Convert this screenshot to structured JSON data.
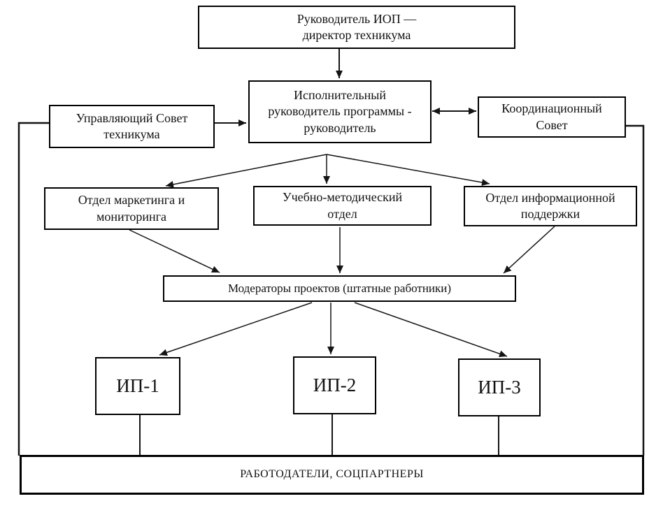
{
  "diagram": {
    "nodes": {
      "director": {
        "label": "Руководитель ИОП —\nдиректор техникума"
      },
      "exec": {
        "label": "Исполнительный\nруководитель программы -\nруководитель"
      },
      "council_left": {
        "label": "Управляющий Совет\nтехникума"
      },
      "council_right": {
        "label": "Координационный\nСовет"
      },
      "dept_marketing": {
        "label": "Отдел маркетинга и\nмониторинга"
      },
      "dept_method": {
        "label": "Учебно-методический\nотдел"
      },
      "dept_info": {
        "label": "Отдел информационной\nподдержки"
      },
      "moderators": {
        "label": "Модераторы проектов (штатные работники)"
      },
      "ip1": {
        "label": "ИП-1"
      },
      "ip2": {
        "label": "ИП-2"
      },
      "ip3": {
        "label": "ИП-3"
      },
      "employers": {
        "label": "РАБОТОДАТЕЛИ, СОЦПАРТНЕРЫ"
      }
    },
    "edges": [
      {
        "from": "director",
        "to": "exec",
        "type": "arrow"
      },
      {
        "from": "council_left",
        "to": "exec",
        "type": "arrow"
      },
      {
        "from": "exec",
        "to": "council_right",
        "type": "double-arrow"
      },
      {
        "from": "exec",
        "to": "dept_marketing",
        "type": "arrow"
      },
      {
        "from": "exec",
        "to": "dept_method",
        "type": "arrow"
      },
      {
        "from": "exec",
        "to": "dept_info",
        "type": "arrow"
      },
      {
        "from": "dept_marketing",
        "to": "moderators",
        "type": "arrow"
      },
      {
        "from": "dept_method",
        "to": "moderators",
        "type": "arrow"
      },
      {
        "from": "dept_info",
        "to": "moderators",
        "type": "arrow"
      },
      {
        "from": "moderators",
        "to": "ip1",
        "type": "arrow"
      },
      {
        "from": "moderators",
        "to": "ip2",
        "type": "arrow"
      },
      {
        "from": "moderators",
        "to": "ip3",
        "type": "arrow"
      },
      {
        "from": "ip1",
        "to": "employers",
        "type": "line"
      },
      {
        "from": "ip2",
        "to": "employers",
        "type": "line"
      },
      {
        "from": "ip3",
        "to": "employers",
        "type": "line"
      },
      {
        "from": "council_left",
        "to": "employers",
        "type": "elbow-line"
      },
      {
        "from": "council_right",
        "to": "employers",
        "type": "elbow-line"
      }
    ],
    "colors": {
      "background": "#ffffff",
      "border": "#000000",
      "line": "#141414",
      "text": "#111111"
    }
  }
}
